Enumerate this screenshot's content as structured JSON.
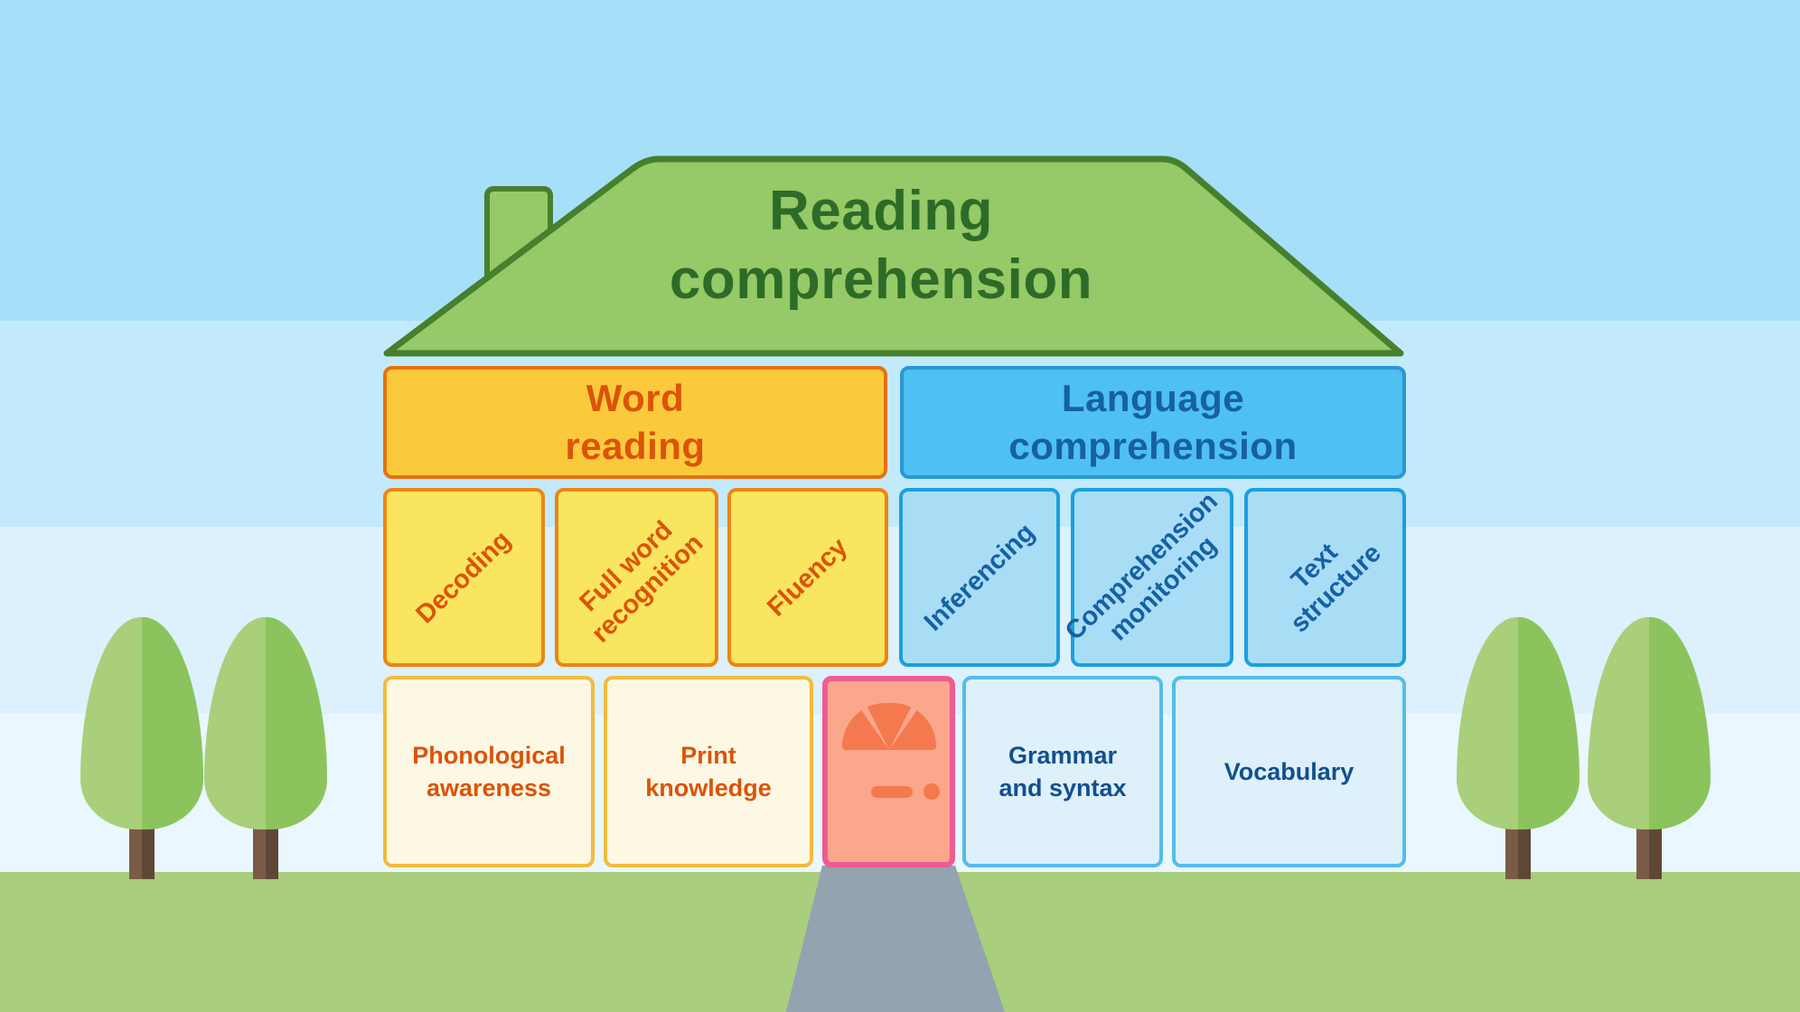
{
  "palette": {
    "sky-1": "#A6DFF8",
    "sky-2": "#C3EAFB",
    "sky-3": "#DCF1FC",
    "sky-4": "#EAF7FE",
    "grass": "#A9CE7D",
    "path": "#94A3B0",
    "roof-fill": "#96C967",
    "roof-stroke": "#47802D",
    "roof-text": "#2E6B28",
    "tree-light": "#A9CF7B",
    "tree-dark": "#8BC45C",
    "trunk-light": "#7A5B47",
    "trunk-dark": "#5F4738",
    "word-fill": "#FBCA3C",
    "word-border": "#E8700F",
    "text-orange": "#DC5309",
    "sub-yellow-fill": "#F9E55F",
    "sub-yellow-border": "#EE8514",
    "cream-fill": "#FDF8E4",
    "cream-border": "#F3BA3D",
    "lang-fill": "#4EC0F1",
    "lang-border": "#2A97D4",
    "text-navy": "#1660A5",
    "sub-blue-fill": "#A8DDF5",
    "sub-blue-border": "#1B9FE0",
    "pale-blue-fill": "#DEF0FA",
    "pale-blue-border": "#55BCEA",
    "text-navy-dark": "#124F8E",
    "door-fill": "#FBA78C",
    "door-border": "#EE5C93",
    "door-decor": "#F4794F"
  },
  "diagram": {
    "title": "Reading\ncomprehension",
    "row1": [
      {
        "label": "Word\nreading"
      },
      {
        "label": "Language\ncomprehension"
      }
    ],
    "row2": [
      {
        "label": "Decoding"
      },
      {
        "label": "Full word\nrecognition"
      },
      {
        "label": "Fluency"
      },
      {
        "label": "Inferencing"
      },
      {
        "label": "Comprehension\nmonitoring"
      },
      {
        "label": "Text\nstructure"
      }
    ],
    "row3": [
      {
        "label": "Phonological\nawareness"
      },
      {
        "label": "Print\nknowledge"
      },
      {
        "label": "Grammar\nand syntax"
      },
      {
        "label": "Vocabulary"
      }
    ]
  }
}
